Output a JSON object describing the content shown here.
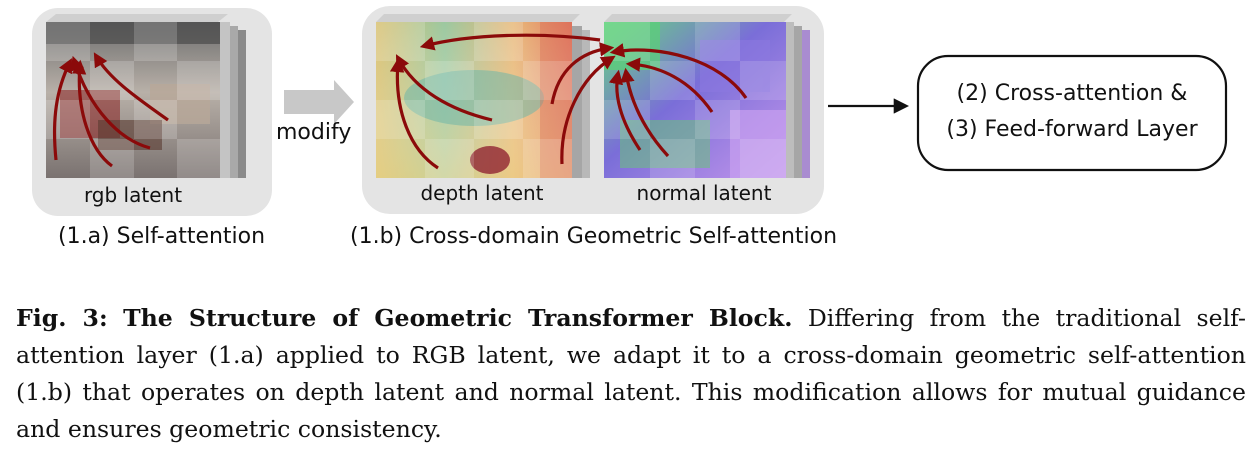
{
  "figure": {
    "rgb_panel": {
      "label": "rgb latent",
      "sub_caption": "(1.a) Self-attention"
    },
    "modify_label": "modify",
    "depth_panel": {
      "label": "depth latent"
    },
    "normal_panel": {
      "label": "normal latent"
    },
    "cross_domain_caption": "(1.b) Cross-domain Geometric Self-attention",
    "output_box": {
      "line1": "(2) Cross-attention &",
      "line2": "(3) Feed-forward Layer"
    },
    "colors": {
      "panel_bg": "#e4e4e4",
      "arrow": "#8b0a0a",
      "gray_arrow": "#c8c8c8"
    }
  },
  "caption": {
    "label": "Fig. 3:",
    "title": "The Structure of Geometric Transformer Block.",
    "body": "Differing from the traditional self-attention layer (1.a) applied to RGB latent, we adapt it to a cross-domain geometric self-attention (1.b) that operates on depth latent and normal latent. This modification allows for mutual guidance and ensures geometric consistency."
  }
}
